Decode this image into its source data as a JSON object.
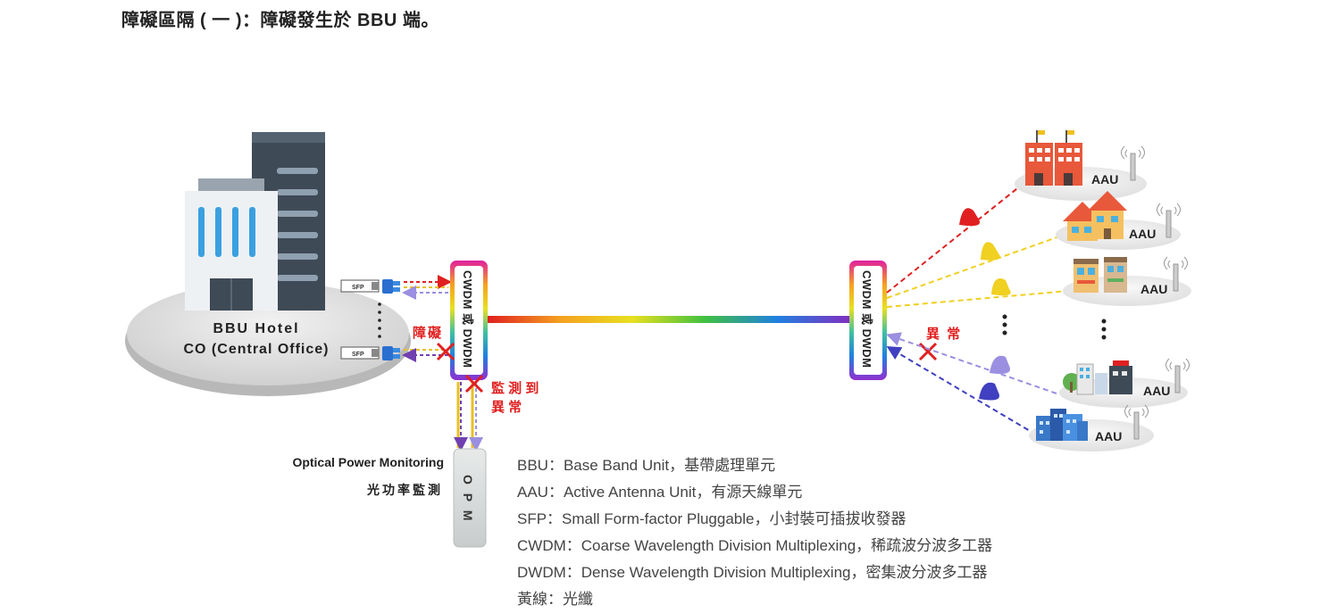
{
  "heading": "障礙區隔 ( 一 )：障礙發生於 BBU 端。",
  "bbu": {
    "line1": "BBU Hotel",
    "line2": "CO (Central Office)"
  },
  "sfp_label": "SFP",
  "mux_label": "CWDM 或 DWDM",
  "fault_label": "障礙",
  "detect_label_1": "監 測 到",
  "detect_label_2": "異 常",
  "abnormal_label": "異 常",
  "opm": {
    "name_en": "Optical Power Monitoring",
    "name_zh": "光功率監測",
    "box": "O P M"
  },
  "aau_label": "AAU",
  "colors": {
    "red": "#e02020",
    "yellow": "#f0d020",
    "lavender": "#9a8fe0",
    "blue": "#4040c0"
  },
  "legend": [
    "BBU：Base Band Unit，基帶處理單元",
    "AAU：Active Antenna Unit，有源天線單元",
    "SFP：Small Form-factor Pluggable，小封裝可插拔收發器",
    "CWDM：Coarse Wavelength Division Multiplexing，稀疏波分波多工器",
    "DWDM：Dense Wavelength Division Multiplexing，密集波分波多工器",
    "黃線：光纖"
  ]
}
